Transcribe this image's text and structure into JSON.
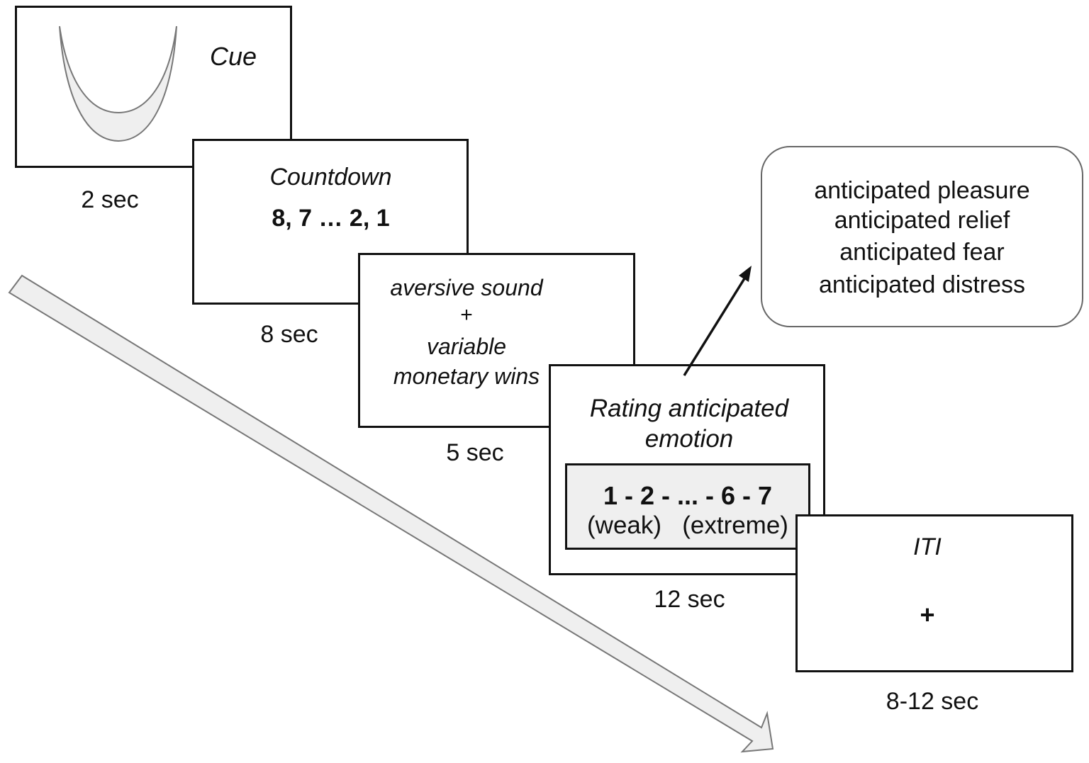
{
  "trial": {
    "cue": {
      "title": "Cue",
      "duration": "2 sec",
      "icon": "crescent-icon"
    },
    "countdown": {
      "title": "Countdown",
      "sequence": "8, 7 … 2, 1",
      "duration": "8 sec"
    },
    "outcome": {
      "line1": "aversive sound",
      "line2": "+",
      "line3": "variable",
      "line4": "monetary wins",
      "duration": "5 sec"
    },
    "rating": {
      "title_line1": "Rating anticipated",
      "title_line2": "emotion",
      "scale": "1 - 2 - ... - 6 - 7",
      "anchors": "(weak)   (extreme)",
      "duration": "12 sec"
    },
    "iti": {
      "title": "ITI",
      "fixation": "+",
      "duration": "8-12 sec"
    }
  },
  "emotions": [
    "anticipated pleasure",
    "anticipated relief",
    "anticipated fear",
    "anticipated distress"
  ],
  "colors": {
    "line": "#111111",
    "arrow_fill": "#efefef",
    "arrow_stroke": "#777777",
    "box_stroke": "#666666"
  }
}
